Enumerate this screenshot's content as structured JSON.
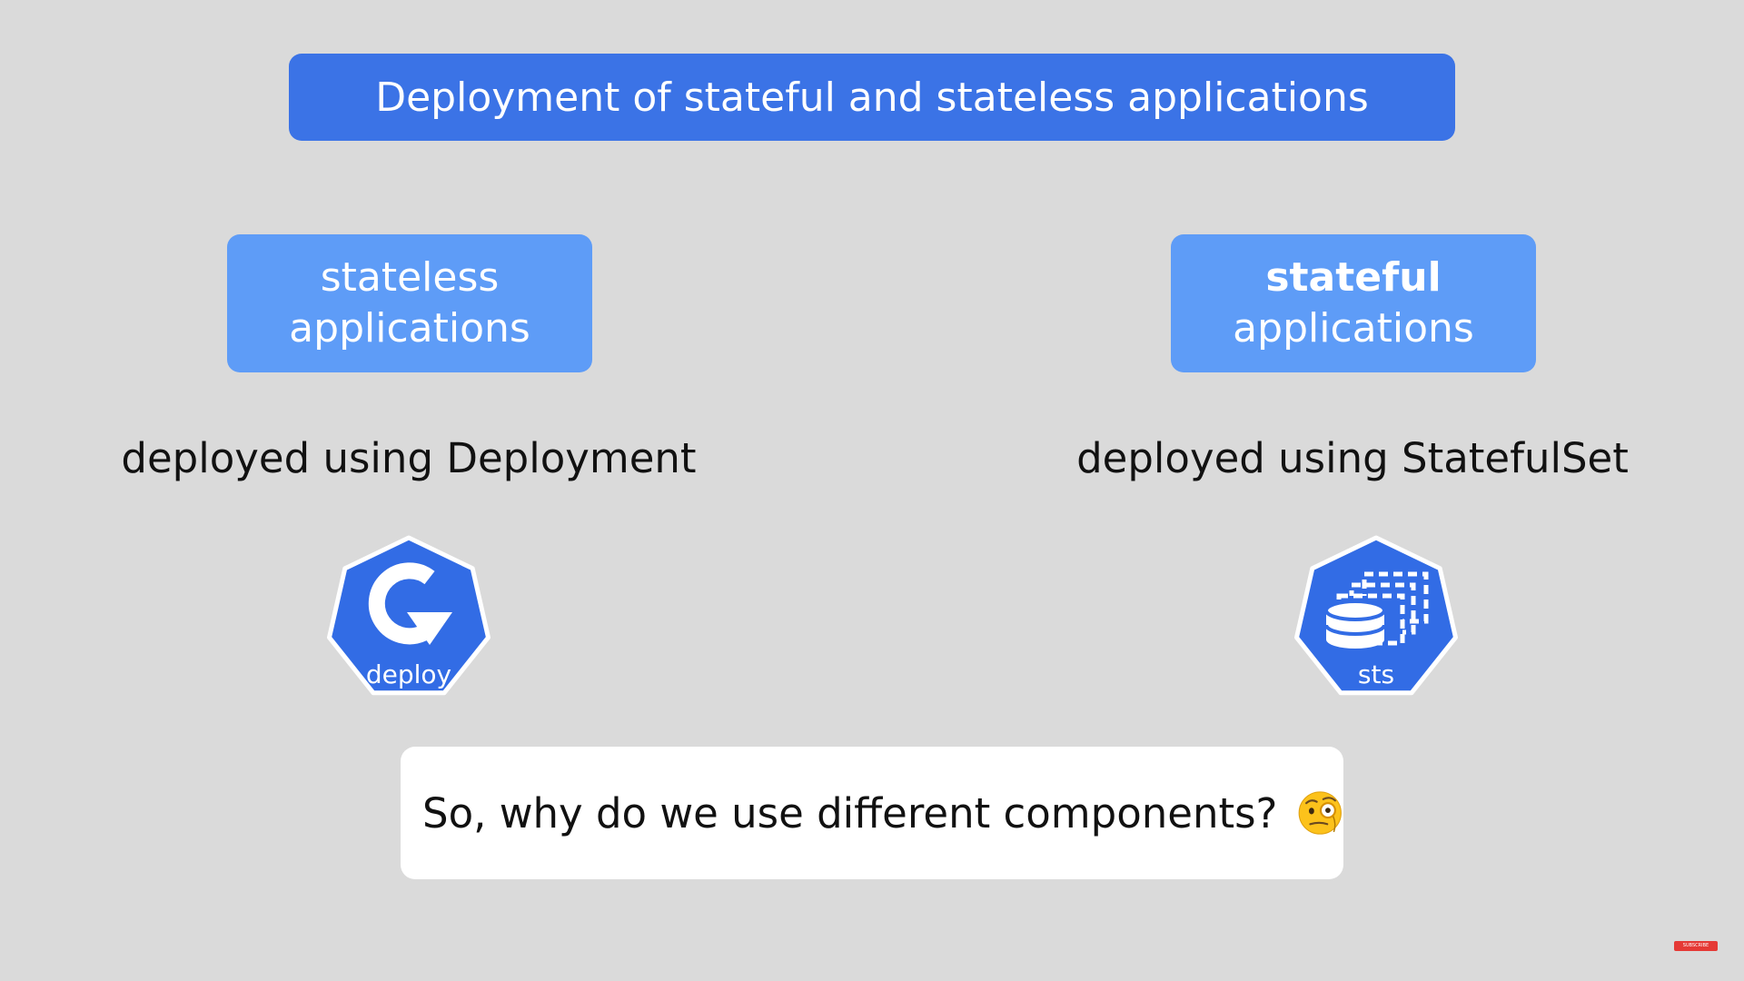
{
  "title": "Deployment of stateful and stateless applications",
  "left": {
    "box_line1": "stateless",
    "box_line2": "applications",
    "deployed_text": "deployed using Deployment",
    "icon_label": "deploy",
    "icon": "deployment-icon"
  },
  "right": {
    "box_line1": "stateful",
    "box_line2": "applications",
    "deployed_text": "deployed using StatefulSet",
    "icon_label": "sts",
    "icon": "statefulset-icon"
  },
  "question": "So, why do we use different components?",
  "question_emoji": "face-with-monocle-icon",
  "subscribe_badge": "SUBSCRIBE",
  "colors": {
    "background": "#dadada",
    "title_bar": "#3b73e6",
    "app_box": "#5e9cf7",
    "k8s_icon": "#326ce5"
  }
}
